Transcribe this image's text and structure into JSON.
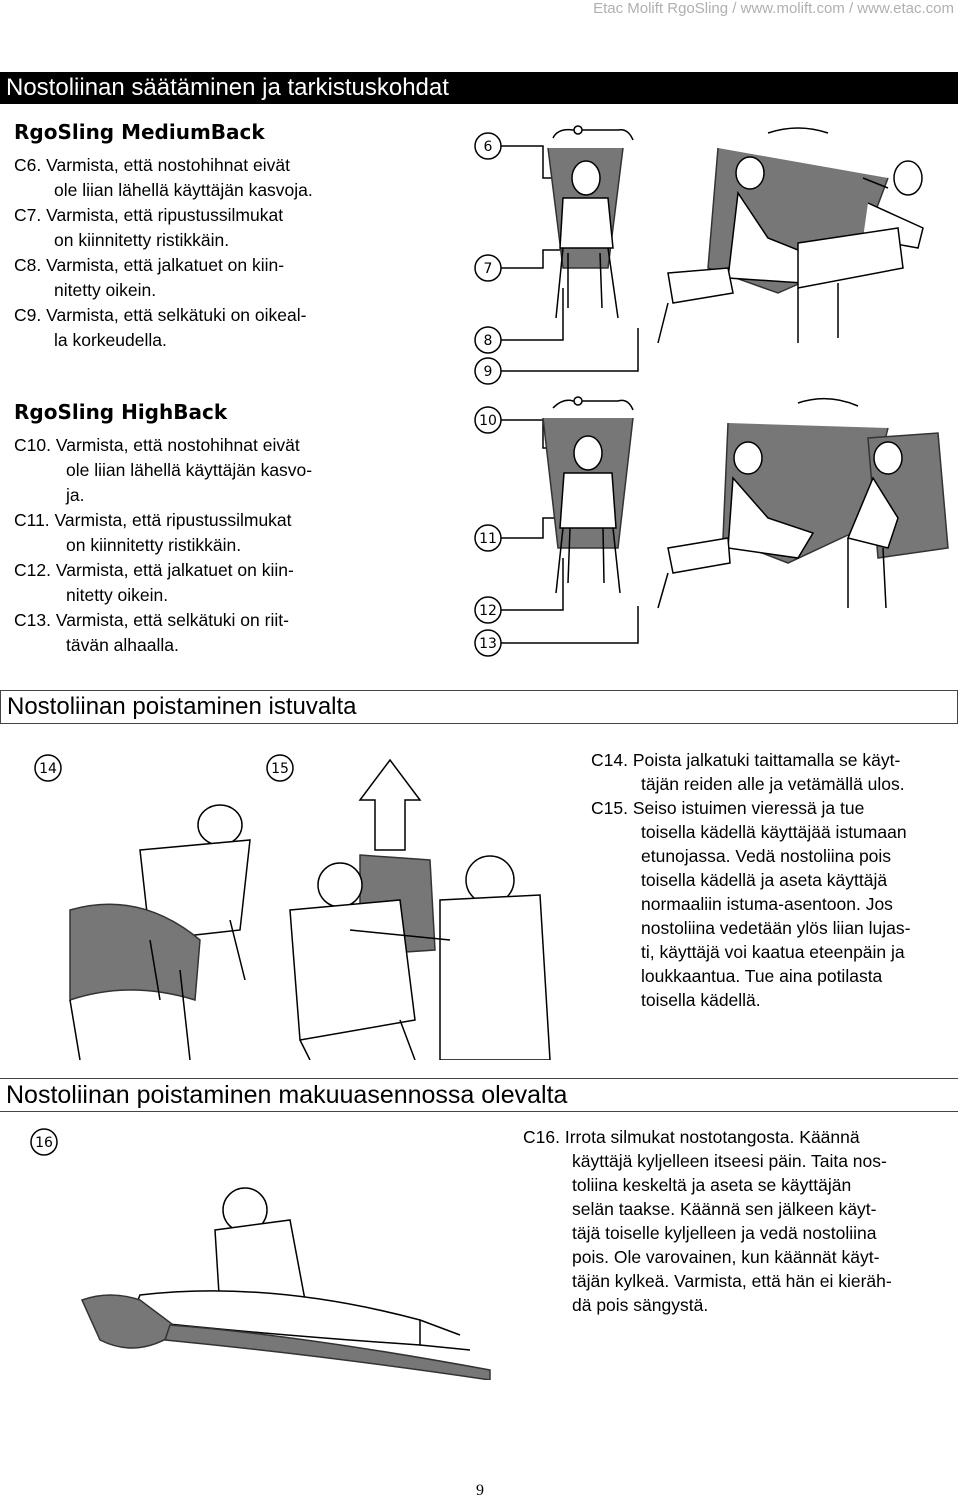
{
  "header": {
    "text": "Etac Molift RgoSling / www.molift.com / www.etac.com"
  },
  "section1": {
    "title": "Nostoliinan säätäminen ja tarkistuskohdat",
    "medium": {
      "heading": "RgoSling MediumBack",
      "items": [
        {
          "label": "C6.",
          "lines": [
            "Varmista, että nostohihnat eivät",
            "ole liian lähellä käyttäjän kasvoja."
          ]
        },
        {
          "label": "C7.",
          "lines": [
            "Varmista, että ripustussilmukat",
            "on kiinnitetty ristikkäin."
          ]
        },
        {
          "label": "C8.",
          "lines": [
            "Varmista, että jalkatuet on kiin-",
            "nitetty oikein."
          ]
        },
        {
          "label": "C9.",
          "lines": [
            "Varmista, että selkätuki on oikeal-",
            "la korkeudella."
          ]
        }
      ]
    },
    "high": {
      "heading": "RgoSling HighBack",
      "items": [
        {
          "label": "C10.",
          "lines": [
            "Varmista, että nostohihnat eivät",
            "ole liian lähellä käyttäjän kasvo-",
            "ja."
          ]
        },
        {
          "label": "C11.",
          "lines": [
            "Varmista, että ripustussilmukat",
            "on kiinnitetty ristikkäin."
          ]
        },
        {
          "label": "C12.",
          "lines": [
            "Varmista, että jalkatuet on kiin-",
            "nitetty oikein."
          ]
        },
        {
          "label": "C13.",
          "lines": [
            "Varmista, että selkätuki on riit-",
            "tävän alhaalla."
          ]
        }
      ]
    },
    "callouts": [
      "6",
      "7",
      "8",
      "9",
      "10",
      "11",
      "12",
      "13"
    ]
  },
  "section2": {
    "title": "Nostoliinan poistaminen istuvalta",
    "callouts": [
      "14",
      "15"
    ],
    "items": [
      {
        "label": "C14.",
        "lines": [
          "Poista jalkatuki taittamalla se käyt-",
          "täjän reiden alle ja vetämällä ulos."
        ]
      },
      {
        "label": "C15.",
        "lines": [
          "Seiso istuimen vieressä ja tue",
          "toisella kädellä käyttäjää istumaan",
          "etunojassa. Vedä nostoliina pois",
          "toisella kädellä ja aseta käyttäjä",
          "normaaliin istuma-asentoon. Jos",
          "nostoliina vedetään ylös liian lujas-",
          "ti, käyttäjä voi kaatua eteenpäin ja",
          "loukkaantua. Tue aina potilasta",
          "toisella kädellä."
        ]
      }
    ]
  },
  "section3": {
    "title": "Nostoliinan poistaminen makuuasennossa olevalta",
    "callouts": [
      "16"
    ],
    "items": [
      {
        "label": "C16.",
        "lines": [
          "Irrota silmukat nostotangosta. Käännä",
          "käyttäjä kyljelleen itseesi päin. Taita nos-",
          "toliina keskeltä ja aseta se käyttäjän",
          "selän taakse. Käännä sen jälkeen käyt-",
          "täjä toiselle kyljelleen ja vedä nostoliina",
          "pois. Ole varovainen, kun käännät käyt-",
          "täjän kylkeä. Varmista, että hän ei kieräh-",
          "dä pois sängystä."
        ]
      }
    ]
  },
  "footer": {
    "page_number": "9"
  }
}
